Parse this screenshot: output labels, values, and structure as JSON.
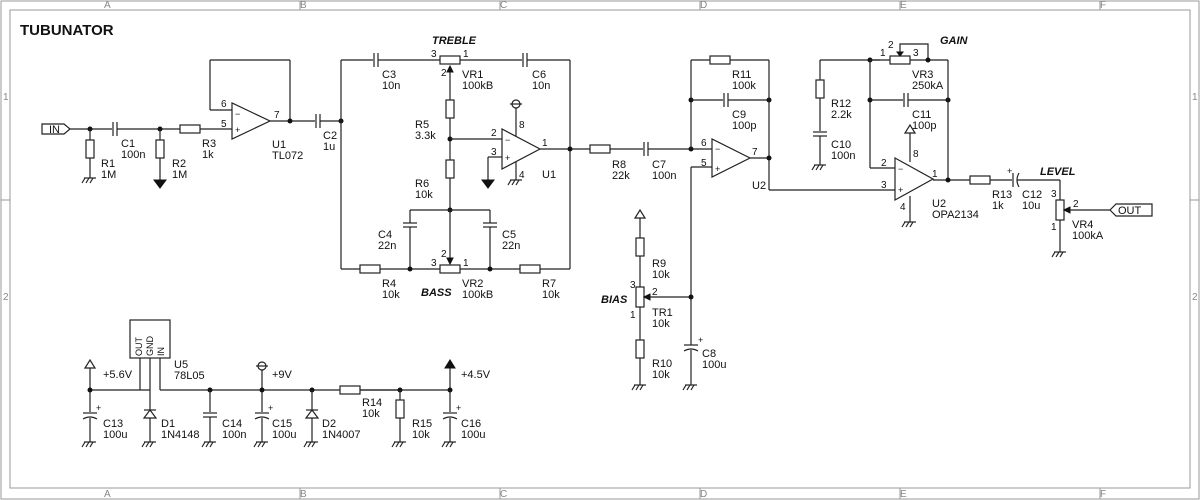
{
  "title": "TUBUNATOR",
  "frame": {
    "cols": [
      "A",
      "B",
      "C",
      "D",
      "E",
      "F"
    ],
    "rows": [
      "1",
      "2"
    ]
  },
  "section_labels": {
    "treble": "TREBLE",
    "bass": "BASS",
    "gain": "GAIN",
    "level": "LEVEL",
    "bias": "BIAS"
  },
  "ports": {
    "in": "IN",
    "out": "OUT"
  },
  "rails": {
    "v56": "+5.6V",
    "v9": "+9V",
    "v45": "+4.5V"
  },
  "components": {
    "R1": {
      "ref": "R1",
      "val": "1M"
    },
    "C1": {
      "ref": "C1",
      "val": "100n"
    },
    "R2": {
      "ref": "R2",
      "val": "1M"
    },
    "R3": {
      "ref": "R3",
      "val": "1k"
    },
    "U1a": {
      "ref": "U1",
      "val": "TL072"
    },
    "C2": {
      "ref": "C2",
      "val": "1u"
    },
    "C3": {
      "ref": "C3",
      "val": "10n"
    },
    "VR1": {
      "ref": "VR1",
      "val": "100kB"
    },
    "C6": {
      "ref": "C6",
      "val": "10n"
    },
    "R5": {
      "ref": "R5",
      "val": "3.3k"
    },
    "U1b": {
      "ref": "U1"
    },
    "R6": {
      "ref": "R6",
      "val": "10k"
    },
    "C4": {
      "ref": "C4",
      "val": "22n"
    },
    "C5": {
      "ref": "C5",
      "val": "22n"
    },
    "R4": {
      "ref": "R4",
      "val": "10k"
    },
    "VR2": {
      "ref": "VR2",
      "val": "100kB"
    },
    "R7": {
      "ref": "R7",
      "val": "10k"
    },
    "R8": {
      "ref": "R8",
      "val": "22k"
    },
    "C7": {
      "ref": "C7",
      "val": "100n"
    },
    "R11": {
      "ref": "R11",
      "val": "100k"
    },
    "C9": {
      "ref": "C9",
      "val": "100p"
    },
    "U2a": {
      "ref": "U2"
    },
    "R12": {
      "ref": "R12",
      "val": "2.2k"
    },
    "C10": {
      "ref": "C10",
      "val": "100n"
    },
    "VR3": {
      "ref": "VR3",
      "val": "250kA"
    },
    "C11": {
      "ref": "C11",
      "val": "100p"
    },
    "U2b": {
      "ref": "U2",
      "val": "OPA2134"
    },
    "R13": {
      "ref": "R13",
      "val": "1k"
    },
    "C12": {
      "ref": "C12",
      "val": "10u"
    },
    "VR4": {
      "ref": "VR4",
      "val": "100kA"
    },
    "R9": {
      "ref": "R9",
      "val": "10k"
    },
    "TR1": {
      "ref": "TR1",
      "val": "10k"
    },
    "R10": {
      "ref": "R10",
      "val": "10k"
    },
    "C8": {
      "ref": "C8",
      "val": "100u"
    },
    "U5": {
      "ref": "U5",
      "val": "78L05"
    },
    "C13": {
      "ref": "C13",
      "val": "100u"
    },
    "D1": {
      "ref": "D1",
      "val": "1N4148"
    },
    "C14": {
      "ref": "C14",
      "val": "100n"
    },
    "C15": {
      "ref": "C15",
      "val": "100u"
    },
    "D2": {
      "ref": "D2",
      "val": "1N4007"
    },
    "R14": {
      "ref": "R14",
      "val": "10k"
    },
    "R15": {
      "ref": "R15",
      "val": "10k"
    },
    "C16": {
      "ref": "C16",
      "val": "100u"
    }
  },
  "pins": {
    "u1a": [
      "6",
      "7",
      "5"
    ],
    "u1b": [
      "2",
      "3",
      "1",
      "8",
      "4"
    ],
    "u2a": [
      "6",
      "5",
      "7"
    ],
    "u2b": [
      "2",
      "3",
      "1",
      "8",
      "4"
    ],
    "vr": [
      "1",
      "2",
      "3"
    ],
    "u5": [
      "OUT",
      "GND",
      "IN"
    ]
  }
}
